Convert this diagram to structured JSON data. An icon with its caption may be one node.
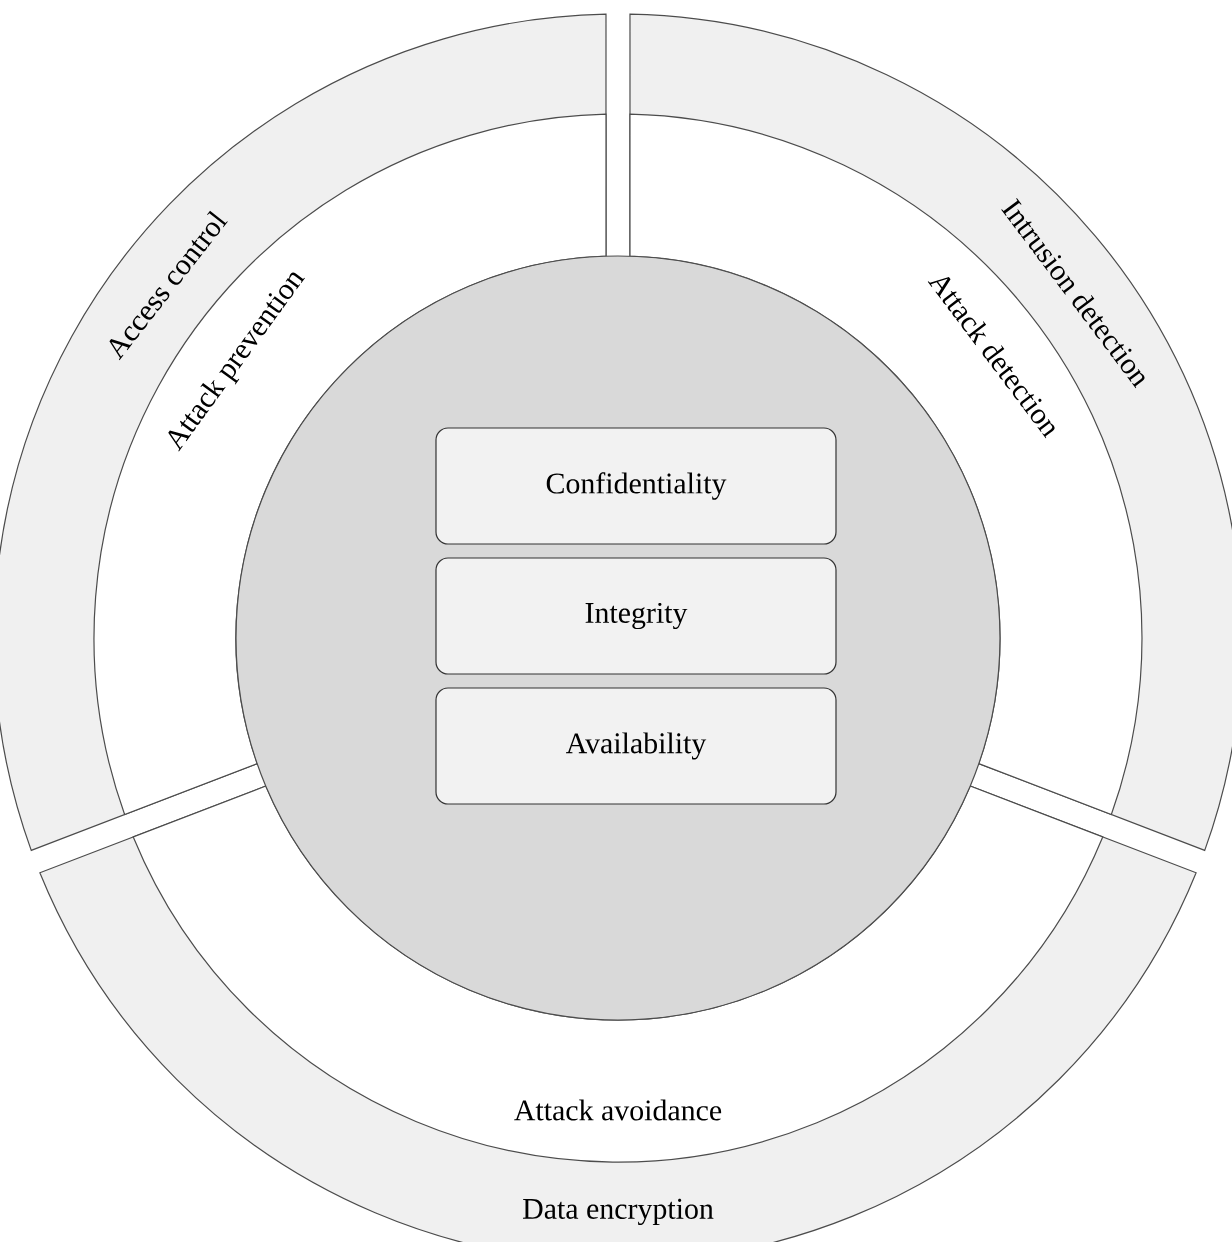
{
  "diagram": {
    "nodes": [
      {
        "text": [],
        "shape": "circle"
      },
      {
        "text": [
          "Confidentiality"
        ],
        "in": 0
      },
      {
        "text": [
          "Integrity"
        ],
        "in": 0
      },
      {
        "text": [
          "Availability"
        ],
        "in": 0
      },
      {
        "text": [
          "Access control"
        ]
      },
      {
        "text": [
          "Attack prevention"
        ],
        "in": 4
      },
      {
        "text": [
          "Intrusion detection"
        ]
      },
      {
        "text": [
          "Attack detection"
        ],
        "in": 6
      },
      {
        "text": [
          "Data encryption"
        ]
      },
      {
        "text": [
          "Attack avoidance"
        ],
        "in": 8
      }
    ]
  }
}
